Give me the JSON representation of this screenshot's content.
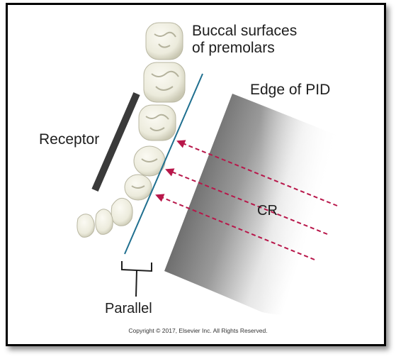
{
  "labels": {
    "buccal_line1": "Buccal surfaces",
    "buccal_line2": "of premolars",
    "edge_of_pid": "Edge of PID",
    "receptor": "Receptor",
    "cr": "CR",
    "parallel": "Parallel",
    "copyright": "Copyright © 2017, Elsevier Inc. All Rights Reserved."
  },
  "colors": {
    "parallel_line": "#1f6f8f",
    "central_ray": "#b8174a",
    "receptor": "#3a3a3a",
    "pid_light": "#f6f6f6",
    "pid_dark": "#6e6e6e"
  },
  "elements": {
    "teeth": [
      "molar-tooth",
      "molar-tooth",
      "molar-tooth",
      "premolar-tooth",
      "premolar-tooth",
      "canine-tooth",
      "incisor-tooth",
      "incisor-tooth"
    ],
    "central_ray_count": 3
  }
}
